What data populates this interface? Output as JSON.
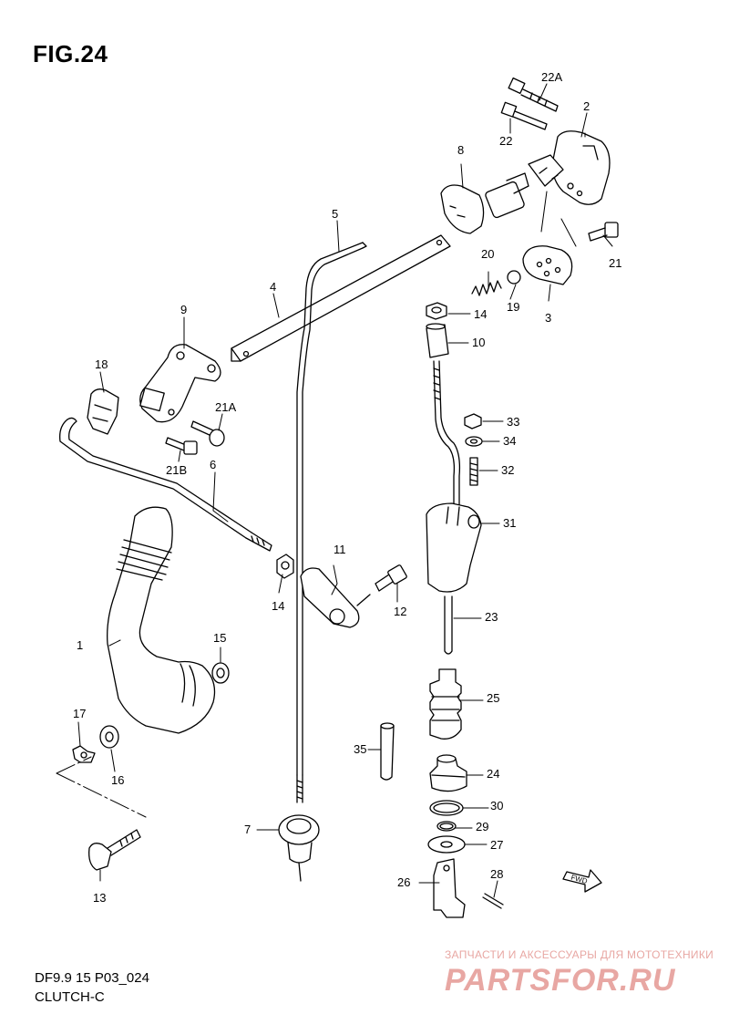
{
  "figure": {
    "title": "FIG.24",
    "code": "DF9.9 15 P03_024",
    "name": "CLUTCH-C"
  },
  "watermark": {
    "caption": "ЗАПЧАСТИ И АКСЕССУАРЫ ДЛЯ МОТОТЕХНИКИ",
    "logo_text": "PARTSFOR.RU",
    "color": "#e8a7a3"
  },
  "fwd_badge": "FWD",
  "callouts": {
    "c1": "1",
    "c2": "2",
    "c3": "3",
    "c4": "4",
    "c5": "5",
    "c6": "6",
    "c7": "7",
    "c8": "8",
    "c9": "9",
    "c10": "10",
    "c11": "11",
    "c12": "12",
    "c13": "13",
    "c14a": "14",
    "c14b": "14",
    "c15": "15",
    "c16": "16",
    "c17": "17",
    "c18": "18",
    "c19": "19",
    "c20": "20",
    "c21": "21",
    "c21a": "21A",
    "c21b": "21B",
    "c22": "22",
    "c22a": "22A",
    "c23": "23",
    "c24": "24",
    "c25": "25",
    "c26": "26",
    "c27": "27",
    "c28": "28",
    "c29": "29",
    "c30": "30",
    "c31": "31",
    "c32": "32",
    "c33": "33",
    "c34": "34",
    "c35": "35"
  }
}
